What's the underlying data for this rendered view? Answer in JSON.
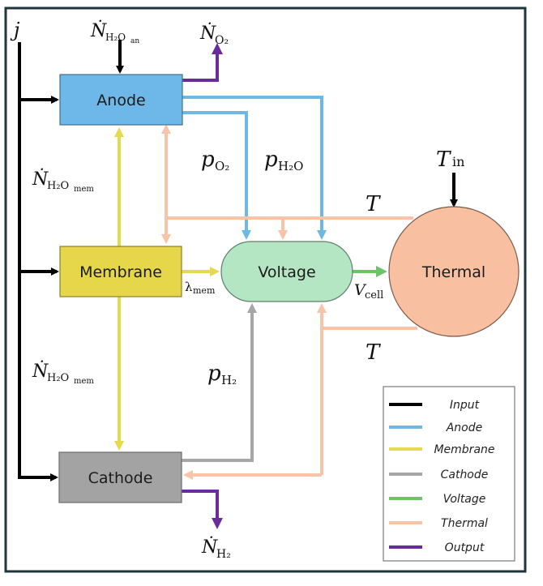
{
  "colors": {
    "input": "#000000",
    "anode": "#6fb8e6",
    "membrane": "#e6d94f",
    "cathode": "#a6a6a6",
    "voltage": "#6cc36a",
    "thermal": "#f7c4a8",
    "output": "#6a2c9a",
    "anode_fill": "#6db8e8",
    "membrane_fill": "#e6d64a",
    "cathode_fill": "#a3a3a3",
    "voltage_fill": "#b4e6c4",
    "thermal_fill": "#f8c0a0",
    "frame": "#1e3540"
  },
  "blocks": {
    "anode": "Anode",
    "membrane": "Membrane",
    "cathode": "Cathode",
    "voltage": "Voltage",
    "thermal": "Thermal"
  },
  "labels": {
    "j": {
      "main": "j",
      "sub": ""
    },
    "n_h2o_an": {
      "main": "Ṅ",
      "sub": "H₂O",
      "subsub": "an"
    },
    "n_o2": {
      "main": "Ṅ",
      "sub": "O₂"
    },
    "n_h2o_mem_top": {
      "main": "Ṅ",
      "sub": "H₂O",
      "subsub": "mem"
    },
    "n_h2o_mem_bottom": {
      "main": "Ṅ",
      "sub": "H₂O",
      "subsub": "mem"
    },
    "p_o2": {
      "main": "p",
      "sub": "O₂"
    },
    "p_h2o": {
      "main": "p",
      "sub": "H₂O"
    },
    "p_h2": {
      "main": "p",
      "sub": "H₂"
    },
    "t_in": {
      "main": "T",
      "sub": "in"
    },
    "t_top": {
      "main": "T"
    },
    "t_bottom": {
      "main": "T"
    },
    "lambda_mem": {
      "main": "λ",
      "sub": "mem"
    },
    "v_cell": {
      "main": "V",
      "sub": "cell"
    },
    "n_h2": {
      "main": "Ṅ",
      "sub": "H₂"
    }
  },
  "legend": [
    {
      "label": "Input",
      "key": "input"
    },
    {
      "label": "Anode",
      "key": "anode"
    },
    {
      "label": "Membrane",
      "key": "membrane"
    },
    {
      "label": "Cathode",
      "key": "cathode"
    },
    {
      "label": "Voltage",
      "key": "voltage"
    },
    {
      "label": "Thermal",
      "key": "thermal"
    },
    {
      "label": "Output",
      "key": "output"
    }
  ]
}
